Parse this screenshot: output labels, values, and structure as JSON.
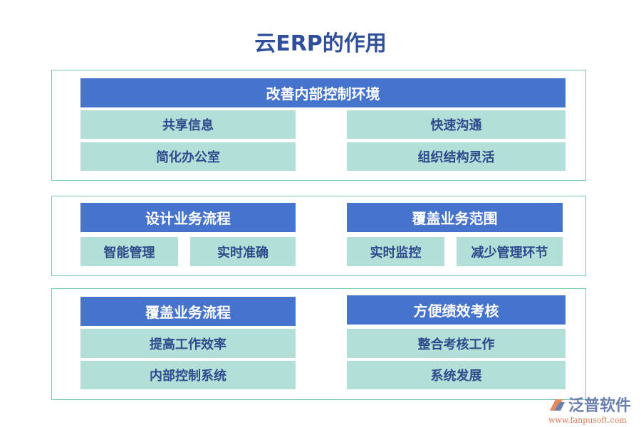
{
  "title": "云ERP的作用",
  "sections": [
    {
      "header": "改善内部控制环境",
      "items": [
        "共享信息",
        "快速沟通",
        "简化办公室",
        "组织结构灵活"
      ]
    },
    {
      "groups": [
        {
          "header": "设计业务流程",
          "items": [
            "智能管理",
            "实时准确"
          ]
        },
        {
          "header": "覆盖业务范围",
          "items": [
            "实时监控",
            "减少管理环节"
          ]
        }
      ]
    },
    {
      "groups": [
        {
          "header": "覆盖业务流程",
          "items": [
            "提高工作效率",
            "内部控制系统"
          ]
        },
        {
          "header": "方便绩效考核",
          "items": [
            "整合考核工作",
            "系统发展"
          ]
        }
      ]
    }
  ],
  "logo": {
    "name": "泛普软件",
    "url": "www.fanpusoft.com"
  },
  "colors": {
    "header": "#4673cb",
    "cell": "#b2dfd8",
    "text": "#2e4a8c",
    "border": "#7cc6b6"
  }
}
